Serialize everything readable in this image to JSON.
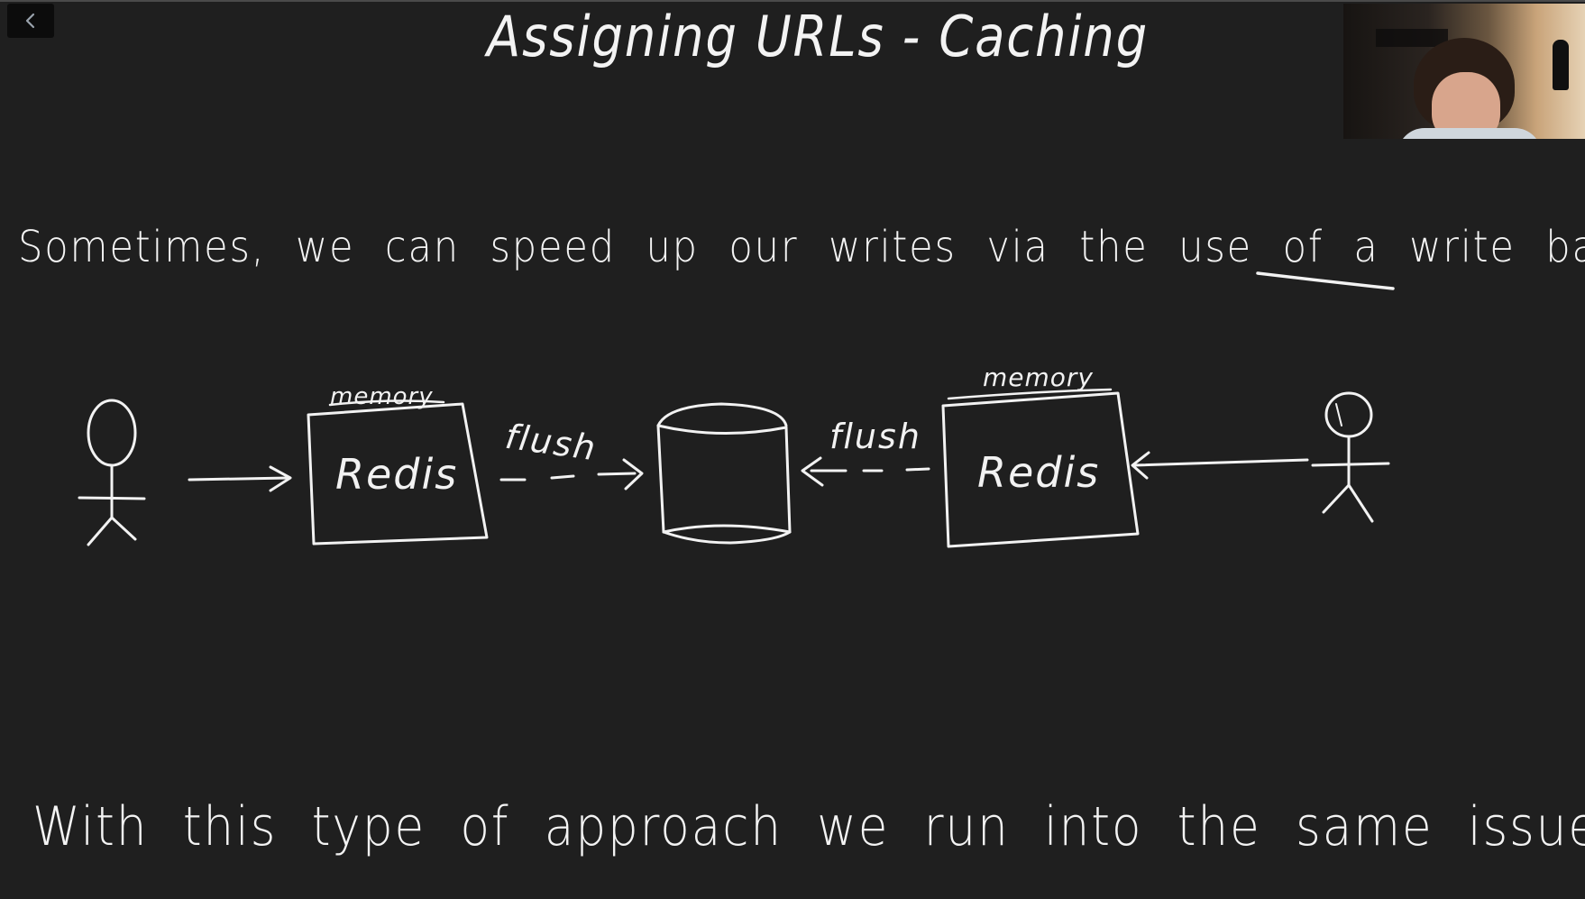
{
  "board": {
    "background": "#1f1f1f",
    "ink": "#f2f2f2"
  },
  "nav": {
    "back_icon": "chevron-left-icon"
  },
  "title": "Assigning URLs - Caching",
  "sentence_top": "Sometimes, we can speed up our writes via the use of a write back cache!",
  "sentence_bottom": "With this type of approach we run into the same issue as before!",
  "diagram": {
    "left_cache": {
      "label": "Redis",
      "caption": "memory"
    },
    "right_cache": {
      "label": "Redis",
      "caption": "memory"
    },
    "left_flush_label": "flush",
    "right_flush_label": "flush",
    "database_icon": "database-cylinder-icon",
    "user_icon": "stick-figure-user-icon"
  },
  "webcam": {
    "icon": "presenter-video-thumbnail"
  }
}
